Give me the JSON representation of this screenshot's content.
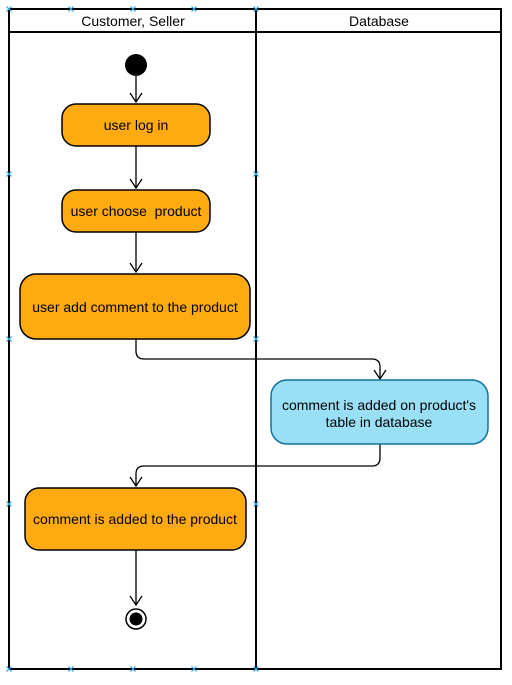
{
  "lanes": [
    {
      "title": "Customer, Seller"
    },
    {
      "title": "Database"
    }
  ],
  "nodes": {
    "login": "user log in",
    "choose": "user choose  product",
    "comment": "user add comment to the product",
    "db_line1": "comment is added on product's",
    "db_line2": "table in database",
    "added": "comment is added to the product"
  },
  "colors": {
    "activity_fill": "#ffaa11",
    "activity_stroke": "#000000",
    "database_fill": "#99e0f7",
    "database_stroke": "#10739e",
    "lane_stroke": "#000000",
    "selection_handle": "#29a3e3"
  },
  "icons": {
    "start": "filled-circle-initial-node",
    "end": "bullseye-final-node",
    "handle": "x-selection-handle"
  }
}
